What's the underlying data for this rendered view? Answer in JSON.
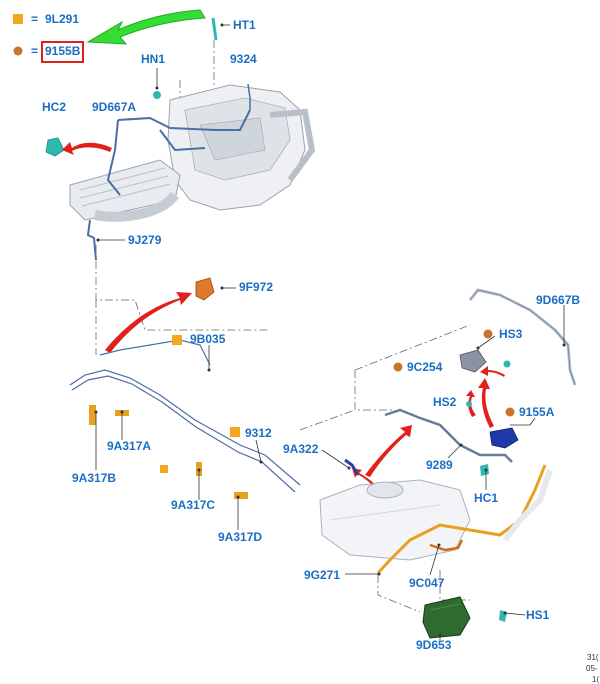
{
  "legend": {
    "square_code": "9L291",
    "circle_code": "9155B",
    "equals": "=",
    "square_color": "#f5a623",
    "circle_color": "#c8742a",
    "highlight_color": "#e0211b",
    "pointer_arrow_color": "#33dd33"
  },
  "labels": {
    "HT1": "HT1",
    "HN1": "HN1",
    "L9324": "9324",
    "HC2": "HC2",
    "L9D667A": "9D667A",
    "L9J279": "9J279",
    "L9F972": "9F972",
    "L9D667B": "9D667B",
    "HS3": "HS3",
    "L9C254": "9C254",
    "L9B035": "9B035",
    "HS2": "HS2",
    "L9155A": "9155A",
    "L9A317A": "9A317A",
    "L9312": "9312",
    "L9A322": "9A322",
    "L9289": "9289",
    "L9A317B": "9A317B",
    "HC1": "HC1",
    "L9A317C": "9A317C",
    "L9A317D": "9A317D",
    "L9G271": "9G271",
    "L9C047": "9C047",
    "HS1": "HS1",
    "L9D653": "9D653"
  },
  "reference": {
    "line1": "31(",
    "line2": "05-",
    "line3": "1("
  },
  "colors": {
    "label_blue": "#1a6fc4",
    "fuel_line_orange": "#e8a020",
    "tube_blue": "#4a6fa5",
    "red_arrow": "#e0211b",
    "teal_clip": "#2fb8b0",
    "engine_gray": "#c9ced6"
  }
}
